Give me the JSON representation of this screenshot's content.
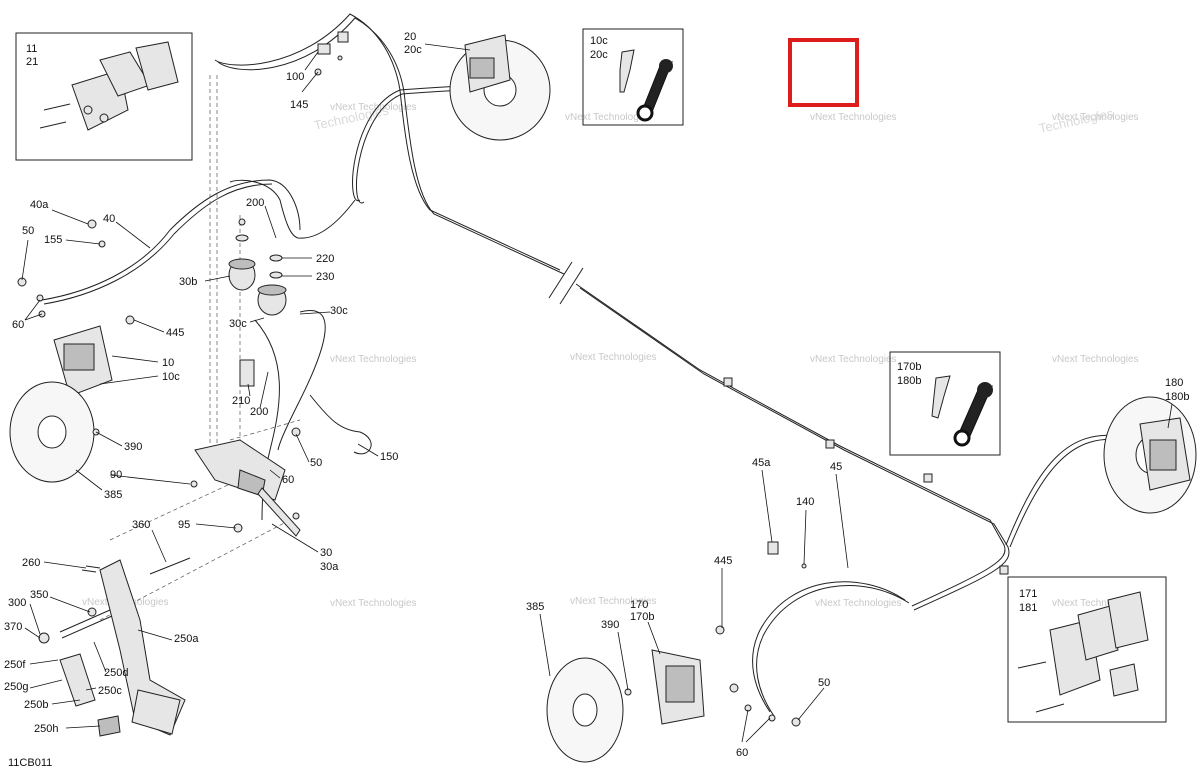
{
  "diagram_id": "11CB011",
  "watermark": "vNext Technologies",
  "highlight_color": "#dd1c1c",
  "insets": {
    "pads_front": [
      "11",
      "21"
    ],
    "bleeder_front": [
      "10c",
      "20c"
    ],
    "bleeder_rear": [
      "170b",
      "180b"
    ],
    "pads_rear": [
      "171",
      "181"
    ]
  },
  "callouts": {
    "c20": "20",
    "c20c": "20c",
    "c100": "100",
    "c145": "145",
    "c40a": "40a",
    "c40": "40",
    "c50": "50",
    "c155": "155",
    "c60": "60",
    "c200": "200",
    "c220": "220",
    "c230": "230",
    "c30b": "30b",
    "c30c_a": "30c",
    "c30c_b": "30c",
    "c445": "445",
    "c10": "10",
    "c10c": "10c",
    "c210": "210",
    "c200b": "200",
    "c390": "390",
    "c385": "385",
    "c90": "90",
    "c50b": "50",
    "c60b": "60",
    "c150": "150",
    "c95": "95",
    "c30": "30",
    "c30a": "30a",
    "c360": "360",
    "c260": "260",
    "c350": "350",
    "c300": "300",
    "c370": "370",
    "c250a": "250a",
    "c250d": "250d",
    "c250f": "250f",
    "c250g": "250g",
    "c250c": "250c",
    "c250b": "250b",
    "c250h": "250h",
    "c180": "180",
    "c180b": "180b",
    "c45a": "45a",
    "c140": "140",
    "c45": "45",
    "c445b": "445",
    "c385b": "385",
    "c390b": "390",
    "c170": "170",
    "c170b": "170b",
    "c50c": "50",
    "c60c": "60"
  }
}
